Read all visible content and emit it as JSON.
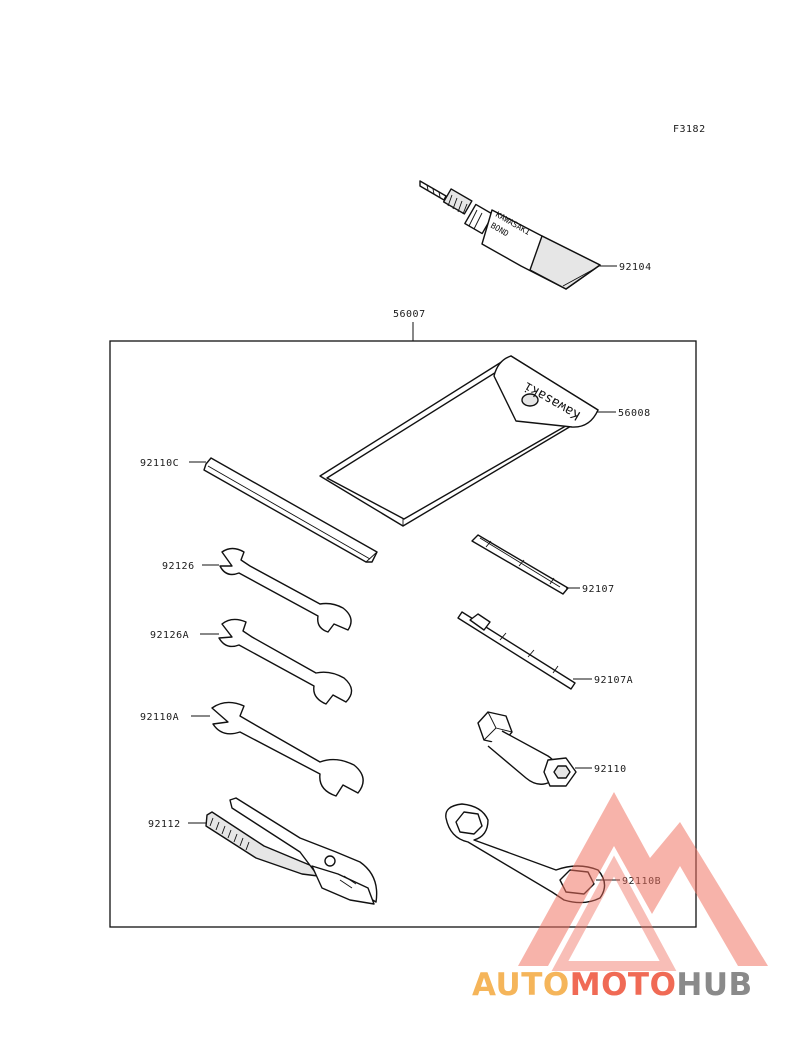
{
  "figure_code": "F3182",
  "kit_label": "56007",
  "parts": [
    {
      "id": "92104",
      "label": "92104",
      "name": "bond tube"
    },
    {
      "id": "56008",
      "label": "56008",
      "name": "tool bag"
    },
    {
      "id": "92110C",
      "label": "92110C",
      "name": "bar"
    },
    {
      "id": "92126",
      "label": "92126",
      "name": "wrench"
    },
    {
      "id": "92126A",
      "label": "92126A",
      "name": "wrench"
    },
    {
      "id": "92110A",
      "label": "92110A",
      "name": "wrench"
    },
    {
      "id": "92112",
      "label": "92112",
      "name": "pliers"
    },
    {
      "id": "92107",
      "label": "92107",
      "name": "screwdriver bit"
    },
    {
      "id": "92107A",
      "label": "92107A",
      "name": "screwdriver bit"
    },
    {
      "id": "92110",
      "label": "92110",
      "name": "box wrench"
    },
    {
      "id": "92110B",
      "label": "92110B",
      "name": "ring wrench"
    }
  ],
  "tube_text": {
    "line1": "KAWASAKI",
    "line2": "BOND"
  },
  "bag_text": "Kawasaki",
  "watermark": {
    "part1": "AUTO",
    "part2": "MOTO",
    "part3": "HUB",
    "color1": "#f5b55a",
    "color2": "#f06a55",
    "color3": "#8a8a8a",
    "triangle_color": "#f07060"
  }
}
